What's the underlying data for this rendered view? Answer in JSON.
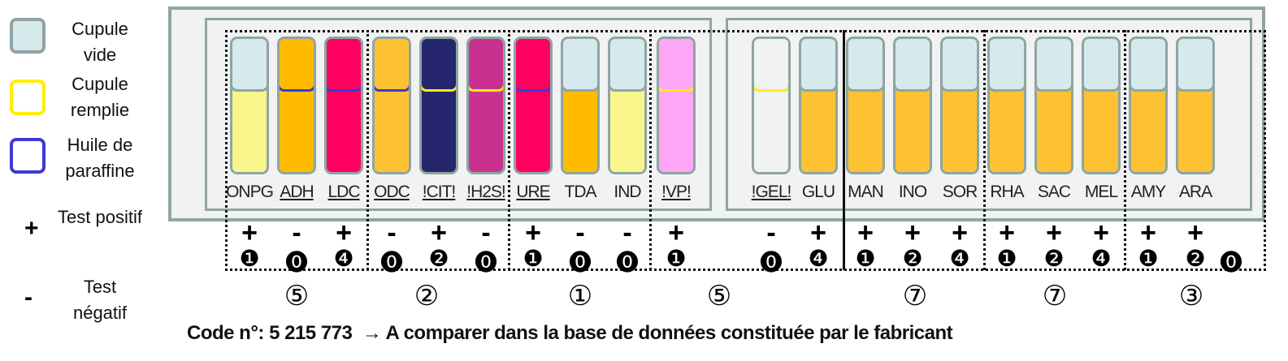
{
  "legend": [
    {
      "label": "Cupule vide",
      "type": "empty"
    },
    {
      "label": "Cupule remplie",
      "type": "filled"
    },
    {
      "label": "Huile de paraffine",
      "type": "oil"
    },
    {
      "label": "Test positif",
      "symbol": "+"
    },
    {
      "label": "Test négatif",
      "symbol": "-"
    }
  ],
  "colors": {
    "empty": "#d6e9ec",
    "filled_border": "#ffee00",
    "oil_border": "#3a3ad6",
    "frame": "#8fa5a3"
  },
  "tests": [
    {
      "name": "ONPG",
      "u": false,
      "cap": "empty",
      "capColor": "#d6e9ec",
      "tube": "#f8f58a",
      "sign": "+",
      "val": "❶"
    },
    {
      "name": "ADH",
      "u": true,
      "cap": "oil",
      "capColor": "#ffbb00",
      "tube": "#ffbb00",
      "sign": "-",
      "val": "⓿"
    },
    {
      "name": "LDC",
      "u": true,
      "cap": "oil",
      "capColor": "#ff0060",
      "tube": "#ff0060",
      "sign": "+",
      "val": "❹"
    },
    {
      "name": "ODC",
      "u": true,
      "cap": "oil",
      "capColor": "#fcc232",
      "tube": "#fcc232",
      "sign": "-",
      "val": "⓿"
    },
    {
      "name": "!CIT!",
      "u": true,
      "cap": "filled",
      "capColor": "#26266e",
      "tube": "#26266e",
      "sign": "+",
      "val": "❷"
    },
    {
      "name": "!H2S!",
      "u": true,
      "cap": "filled",
      "capColor": "#c93190",
      "tube": "#c93190",
      "sign": "-",
      "val": "⓿"
    },
    {
      "name": "URE",
      "u": true,
      "cap": "oil",
      "capColor": "#ff0060",
      "tube": "#ff0060",
      "sign": "+",
      "val": "❶"
    },
    {
      "name": "TDA",
      "u": false,
      "cap": "empty",
      "capColor": "#d6e9ec",
      "tube": "#ffbb00",
      "sign": "-",
      "val": "⓿"
    },
    {
      "name": "IND",
      "u": false,
      "cap": "empty",
      "capColor": "#d6e9ec",
      "tube": "#f8f58a",
      "sign": "-",
      "val": "⓿"
    },
    {
      "name": "!VP!",
      "u": true,
      "cap": "filled",
      "capColor": "#fca6f5",
      "tube": "#fca6f5",
      "sign": "+",
      "val": "❶"
    },
    {
      "name": "!GEL!",
      "u": true,
      "cap": "filled",
      "capColor": "#f1f2f2",
      "tube": "#f1f2f2",
      "sign": "-",
      "val": "⓿"
    },
    {
      "name": "GLU",
      "u": false,
      "cap": "empty",
      "capColor": "#d6e9ec",
      "tube": "#fcc232",
      "sign": "+",
      "val": "❹"
    },
    {
      "name": "MAN",
      "u": false,
      "cap": "empty",
      "capColor": "#d6e9ec",
      "tube": "#fcc232",
      "sign": "+",
      "val": "❶"
    },
    {
      "name": "INO",
      "u": false,
      "cap": "empty",
      "capColor": "#d6e9ec",
      "tube": "#fcc232",
      "sign": "+",
      "val": "❷"
    },
    {
      "name": "SOR",
      "u": false,
      "cap": "empty",
      "capColor": "#d6e9ec",
      "tube": "#fcc232",
      "sign": "+",
      "val": "❹"
    },
    {
      "name": "RHA",
      "u": false,
      "cap": "empty",
      "capColor": "#d6e9ec",
      "tube": "#fcc232",
      "sign": "+",
      "val": "❶"
    },
    {
      "name": "SAC",
      "u": false,
      "cap": "empty",
      "capColor": "#d6e9ec",
      "tube": "#fcc232",
      "sign": "+",
      "val": "❷"
    },
    {
      "name": "MEL",
      "u": false,
      "cap": "empty",
      "capColor": "#d6e9ec",
      "tube": "#fcc232",
      "sign": "+",
      "val": "❹"
    },
    {
      "name": "AMY",
      "u": false,
      "cap": "empty",
      "capColor": "#d6e9ec",
      "tube": "#fcc232",
      "sign": "+",
      "val": "❶"
    },
    {
      "name": "ARA",
      "u": false,
      "cap": "empty",
      "capColor": "#d6e9ec",
      "tube": "#fcc232",
      "sign": "+",
      "val": "❷"
    }
  ],
  "extra": {
    "val": "⓿"
  },
  "groups": [
    "⑤",
    "②",
    "①",
    "⑤",
    "⑦",
    "⑦",
    "③"
  ],
  "code_text": "Code n°: 5 215 773  → A comparer dans la base de données constituée par le fabricant"
}
